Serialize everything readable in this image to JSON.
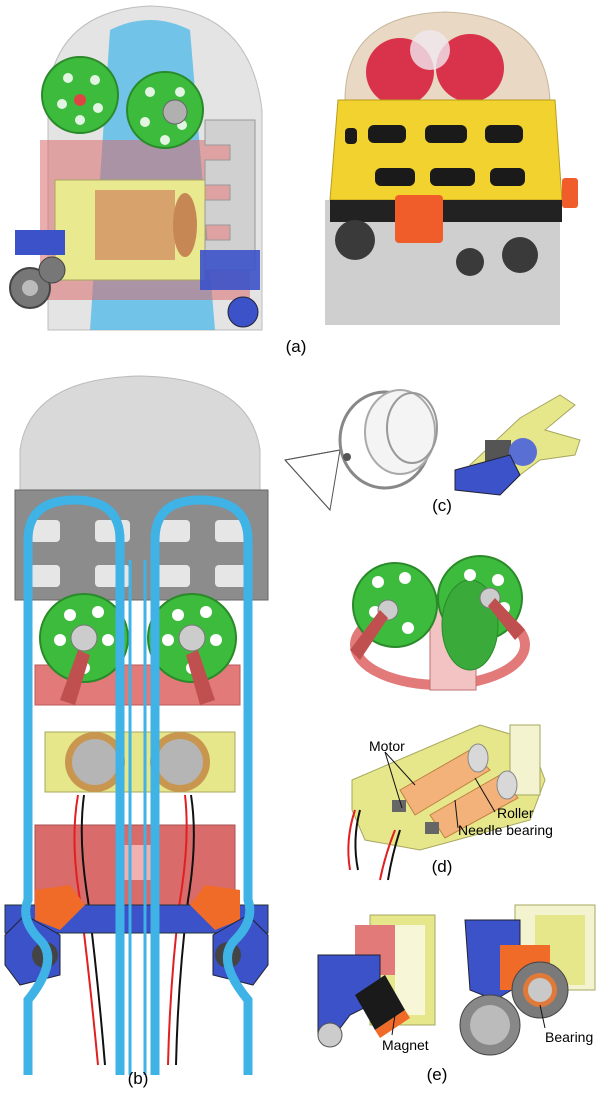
{
  "panels": {
    "a": "(a)",
    "b": "(b)",
    "c": "(c)",
    "d": "(d)",
    "e": "(e)"
  },
  "callouts": {
    "motor": "Motor",
    "roller": "Roller",
    "needle_bearing": "Needle bearing",
    "magnet": "Magnet",
    "bearing": "Bearing"
  },
  "colors": {
    "tube": "#3fb2e6",
    "dome": "#d9d9d9",
    "frame": "#8c8c8c",
    "roller_green": "#3dbb3d",
    "pink": "#e27a7a",
    "yellow": "#e6e68a",
    "blue": "#3b52c9",
    "orange": "#f06a28",
    "printed_yellow": "#f2d22e"
  }
}
